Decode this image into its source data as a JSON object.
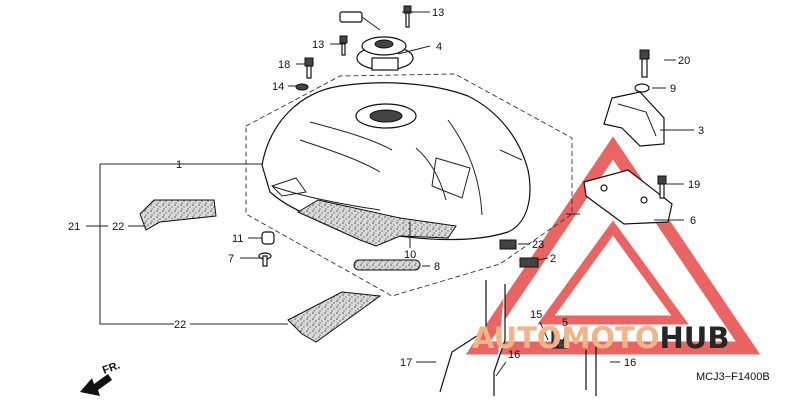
{
  "diagram": {
    "code": "MCJ3−F1400B",
    "front_label": "FR.",
    "watermark": {
      "part1": "AUTO",
      "part2": "MOTO",
      "part3": "HUB",
      "color_light": "#f0b488",
      "color_dark": "#262626",
      "triangle_color": "#e84a4a"
    },
    "callouts": {
      "c1": "1",
      "c2": "2",
      "c3": "3",
      "c4": "4",
      "c5": "5",
      "c6": "6",
      "c7": "7",
      "c8": "8",
      "c9": "9",
      "c10": "10",
      "c11": "11",
      "c13a": "13",
      "c13b": "13",
      "c14": "14",
      "c15": "15",
      "c16a": "16",
      "c16b": "16",
      "c17": "17",
      "c18": "18",
      "c19": "19",
      "c20": "20",
      "c21": "21",
      "c22a": "22",
      "c22b": "22",
      "c23": "23"
    }
  }
}
